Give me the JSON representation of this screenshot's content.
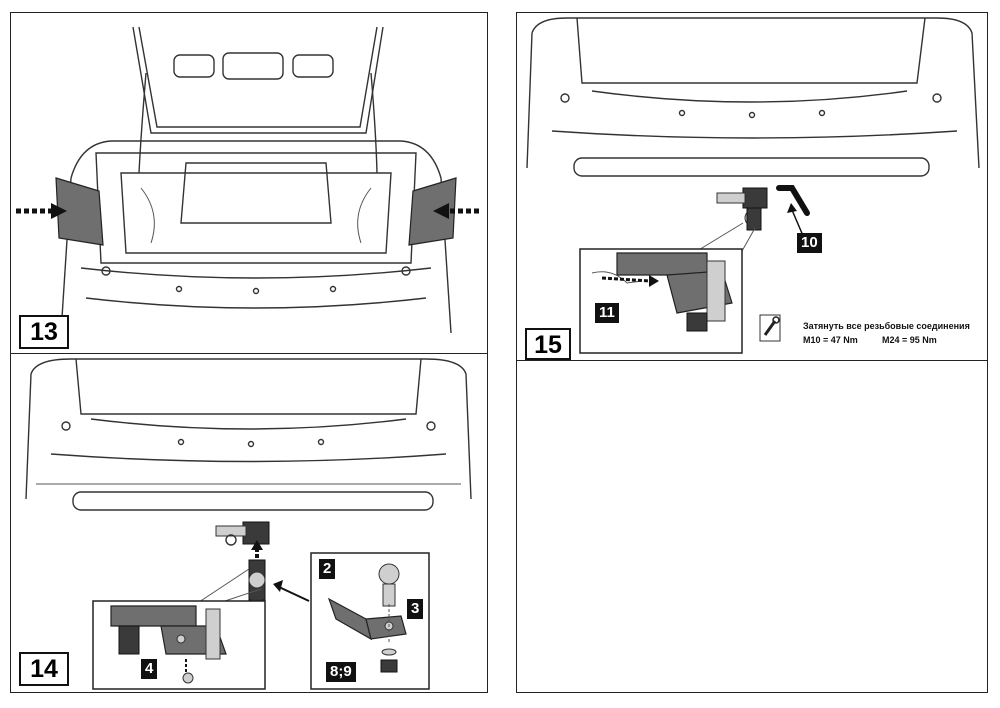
{
  "steps": {
    "s13": {
      "number": "13"
    },
    "s14": {
      "number": "14",
      "callouts": [
        "2",
        "3",
        "4",
        "8;9"
      ]
    },
    "s15": {
      "number": "15",
      "callouts": [
        "10",
        "11"
      ],
      "torque": {
        "title": "Затянуть все резьбовые соединения",
        "m10": "M10 = 47 Nm",
        "m24": "M24 = 95 Nm"
      }
    }
  },
  "icons": {
    "arrow": "dashed-arrow-icon",
    "wrench": "wrench-icon"
  },
  "colors": {
    "panel_fill": "#6f6f6f",
    "outline": "#333333",
    "label_bg": "#111111"
  }
}
